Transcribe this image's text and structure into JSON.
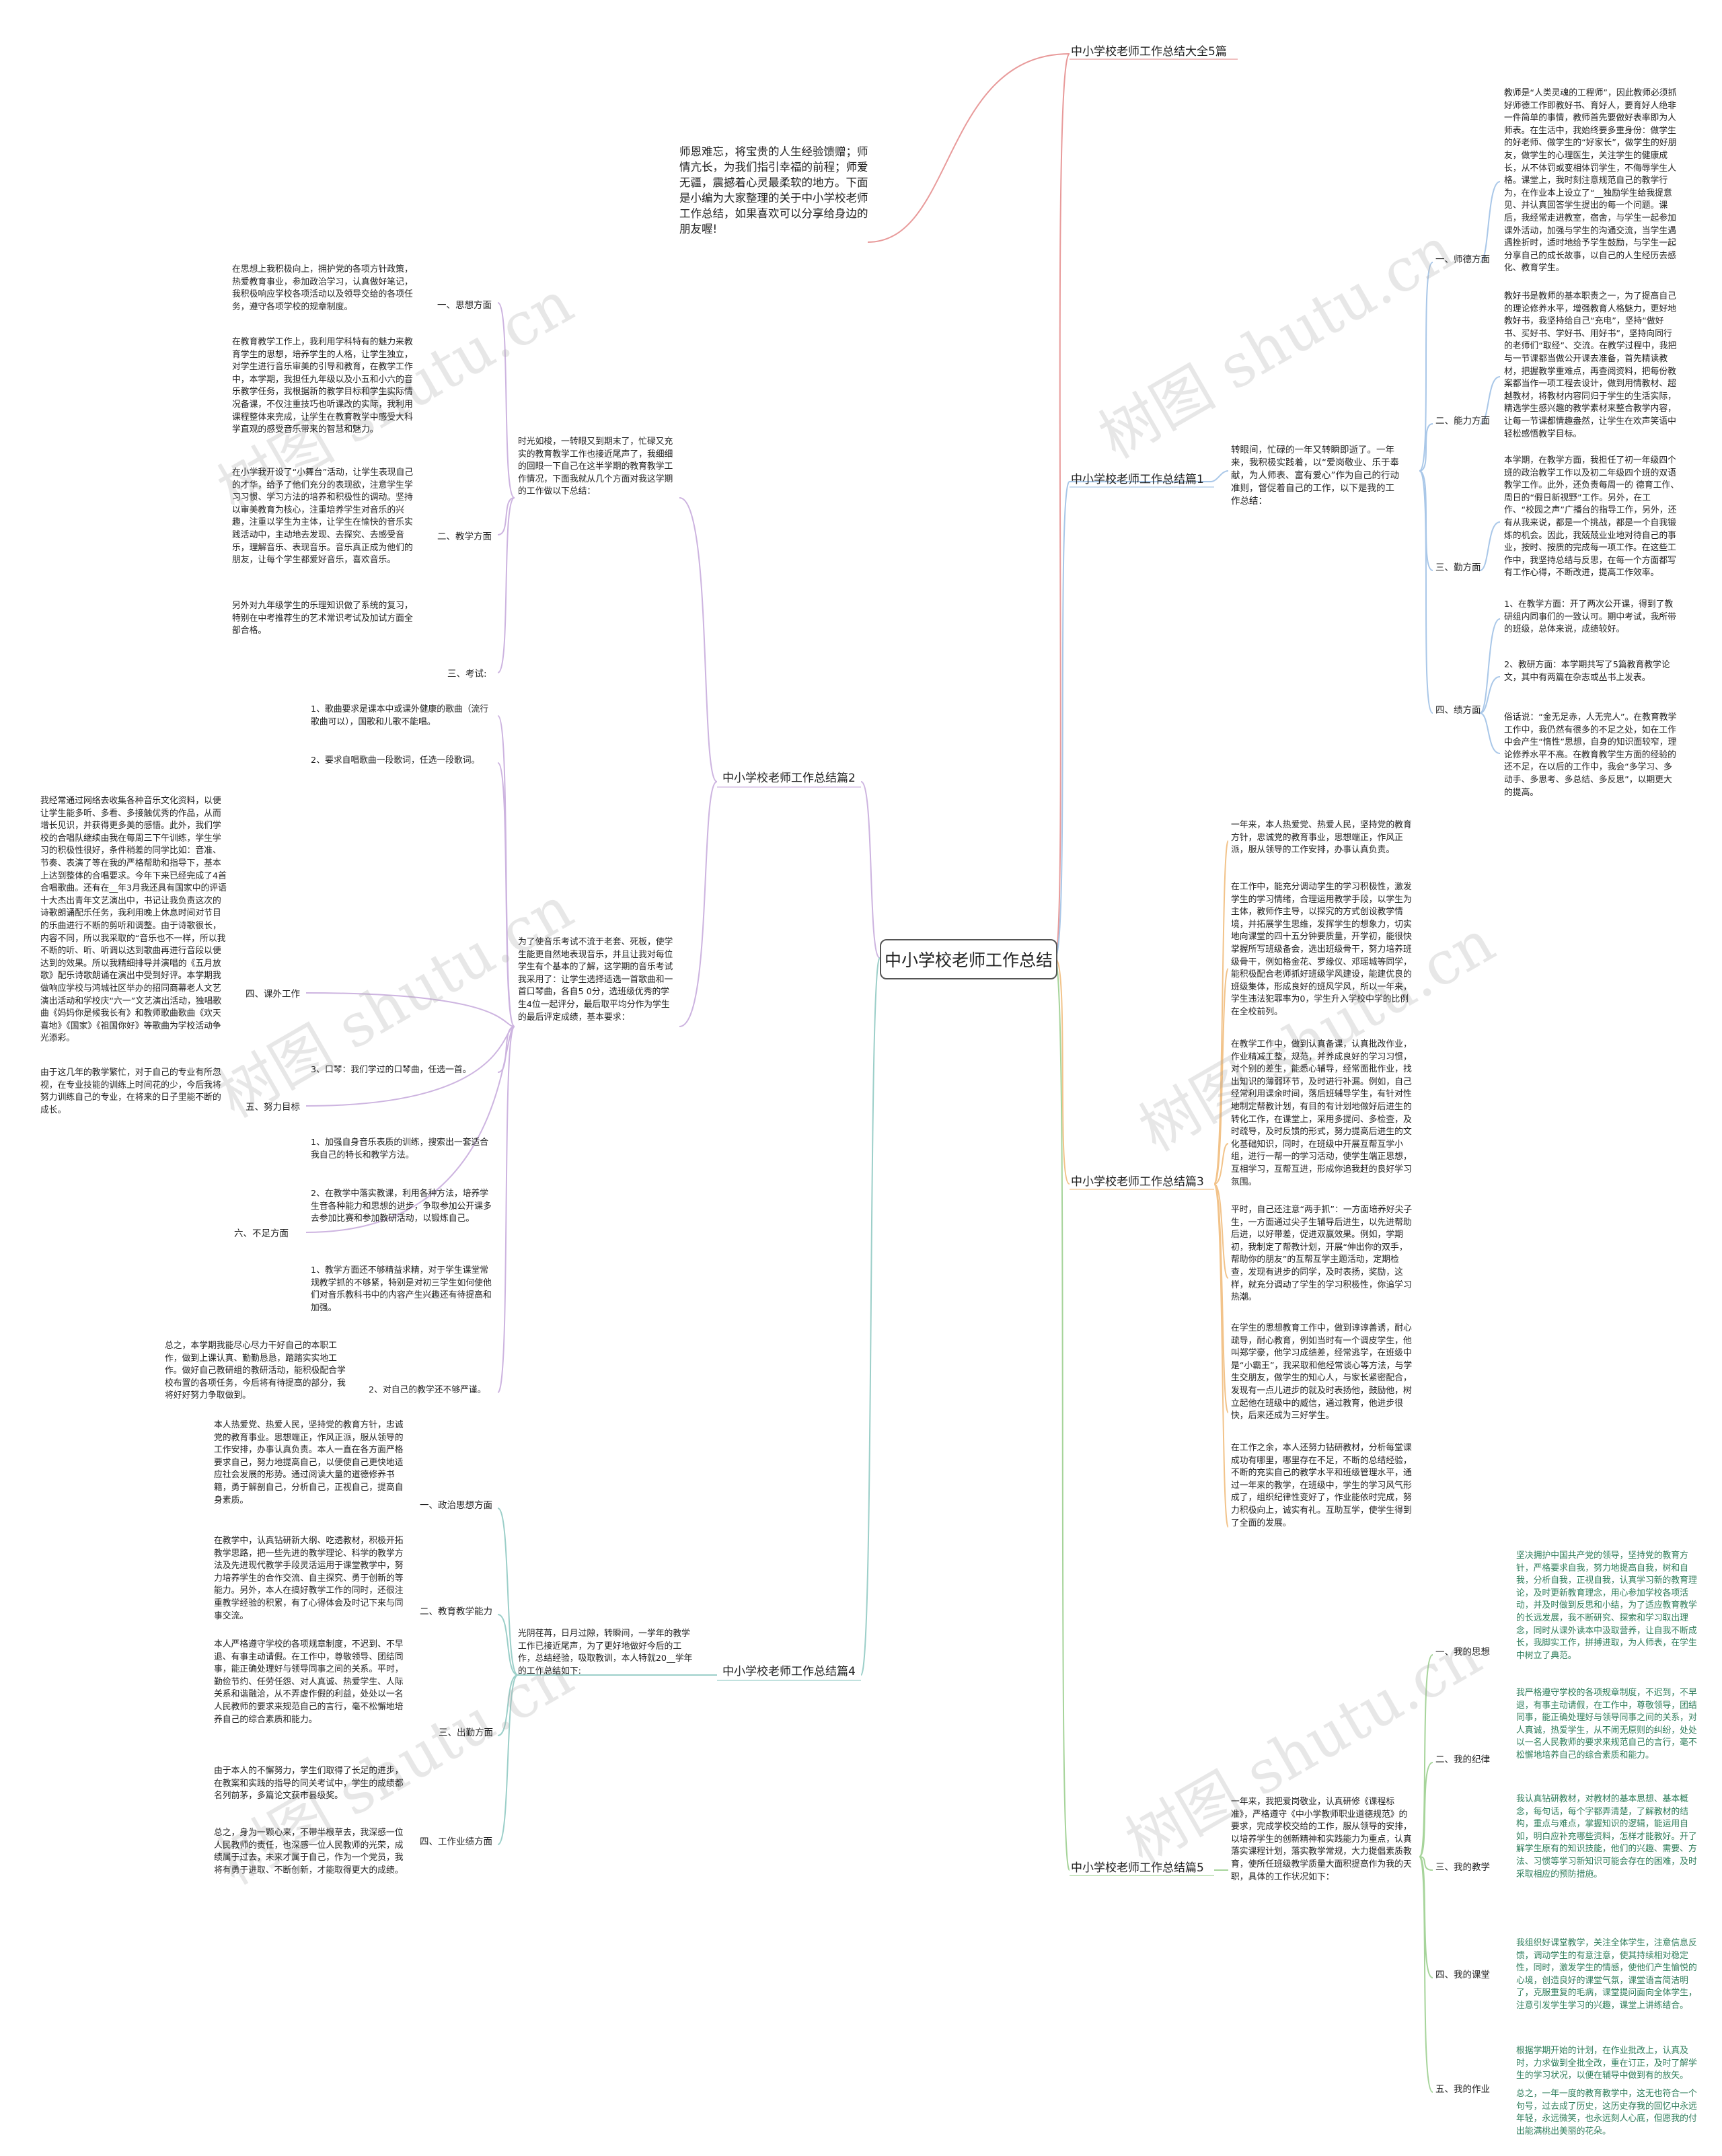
{
  "root": "中小学校老师工作总结",
  "intro": "师恩难忘，将宝贵的人生经验馈赠；师情亢长，为我们指引幸福的前程；师爱无疆，震撼着心灵最柔软的地方。下面是小编为大家整理的关于中小学校老师工作总结，如果喜欢可以分享给身边的朋友喔!",
  "watermark": "树图 shutu.cn",
  "branches": {
    "b0": "中小学校老师工作总结大全5篇",
    "b1": "中小学校老师工作总结篇1",
    "b2": "中小学校老师工作总结篇2",
    "b3": "中小学校老师工作总结篇3",
    "b4": "中小学校老师工作总结篇4",
    "b5": "中小学校老师工作总结篇5"
  },
  "p1": {
    "lead": "转眼间，忙碌的一年又转瞬即逝了。一年来，我积极实践着，以“爱岗敬业、乐于奉献，为人师表、富有爱心”作为自己的行动准则，督促着自己的工作，以下是我的工作总结：",
    "s1": "一、师德方面",
    "s2": "二、能力方面",
    "s3": "三、勤方面",
    "s4": "四、绩方面",
    "t1": "教师是“人类灵魂的工程师”，因此教师必须抓好师德工作即教好书、育好人，要育好人绝非一件简单的事情，教师首先要做好表率即为人师表。在生活中，我始终要多重身份：做学生的好老师、做学生的“好家长”，做学生的好朋友，做学生的心理医生，关注学生的健康成长，从不体罚或变相体罚学生，不侮辱学生人格。课堂上，我时刻注意规范自己的教学行为，在作业本上设立了“__独励学生给我提意见、并认真回答学生提出的每一个问题。课后，我经常走进教室，宿舍，与学生一起参加课外活动，加强与学生的沟通交流，当学生遇遇挫折时，适时地给予学生鼓励，与学生一起分享自己的成长故事，以自己的人生经历去感化、教育学生。",
    "t2": "教好书是教师的基本职责之一，为了提高自己的理论修养水平，增强教育人格魅力，更好地教好书，我坚持给自己“充电”，坚持“做好书、买好书、学好书、用好书”，坚持向同行的老师们“取经”、交流。在教学过程中，我把与一节课都当做公开课去准备，首先精读教材，把握教学重难点，再查阅资料，把每份教案都当作一项工程去设计，做到用情教材、超越教材，将教材内容同归于学生的生活实际，精选学生感兴趣的教学素材来整合教学内容，让每一节课都情趣盎然，让学生在欢声笑语中轻松感悟教学目标。",
    "t3": "本学期，在教学方面，我担任了初一年级四个班的政治教学工作以及初二年级四个班的双语教学工作。此外，还负责每周一的 德育工作、周日的“假日新视野”工作。另外，在工作、“校园之声”广播台的指导工作，另外，还有从我来说，都是一个挑战，都是一个自我锻炼的机会。因此，我兢兢业业地对待自己的事业，按时、按质的完成每一项工作。在这些工作中，我坚持总结与反思，在每一个方面都写有工作心得，不断改进，提高工作效率。",
    "t4a": "1、在教学方面：开了两次公开课，得到了教研组内同事们的一致认可。期中考试，我所带的班级，总体来说，成绩较好。",
    "t4b": "2、教研方面：本学期共写了5篇教育教学论文，其中有两篇在杂志或丛书上发表。",
    "t4c": "俗话说：“金无足赤，人无完人”。在教育教学工作中，我仍然有很多的不足之处，如在工作中会产生“惰性”思想，自身的知识面较窄，理论修养水平不高。在教育教学生方面的经验的还不足，在以后的工作中，我会“多学习、多动手、多思考、多总结、多反思”，以期更大的提高。"
  },
  "p2": {
    "lead": "时光如梭，一转眼又到期末了，忙碌又充实的教育教学工作也接近尾声了，我细细的回眼一下自己在这半学期的教育教学工作情况，下面我就从几个方面对我这学期的工作做以下总结：",
    "s1": "一、思想方面",
    "s2": "二、教学方面",
    "s3": "三、考试:",
    "s4": "四、课外工作",
    "s5": "五、努力目标",
    "s6": "六、不足方面",
    "t1": "在思想上我积极向上，拥护党的各项方针政策，热爱教育事业，参加政治学习，认真做好笔记，我积极响应学校各项活动以及领导交给的各项任务，遵守各项学校的规章制度。",
    "t2a": "在教育教学工作上，我利用学科特有的魅力来教育学生的思想，培养学生的人格，让学生独立，对学生进行音乐审美的引导和教育，在教学工作中，本学期，我担任九年级以及小五和小六的音乐教学任务，我根据新的教学目标和学生实际情况备课，不仅注重技巧也听课改的实际，我利用课程整体来完成，让学生在教育教学中感受大科学直观的感受音乐带来的智慧和魅力。",
    "t2b": "在小学我开设了“小舞台”活动，让学生表现自己的才华，给予了他们充分的表现欲，注意学生学习习惯、学习方法的培养和积极性的调动。坚持以审美教育为核心，注重培养学生对音乐的兴趣，注重以学生为主体，让学生在愉快的音乐实践活动中，主动地去发现、去探究、去感受音乐，理解音乐、表现音乐。音乐真正成为他们的朋友，让每个学生都爱好音乐，喜欢音乐。",
    "t2c": "另外对九年级学生的乐理知识做了系统的复习，特别在中考推荐生的艺术常识考试及加试方面全部合格。",
    "t3mid": "为了使音乐考试不流于老套、死板，使学生能更自然地表现音乐，并且让我对每位学生有个基本的了解，这学期的音乐考试我采用了：让学生选择适选一首歌曲和一首口琴曲，各自5 0分，选班级优秀的学生4位一起评分，最后取平均分作为学生的最后评定成绩，基本要求：",
    "t3a": "1、歌曲要求是课本中或课外健康的歌曲（流行歌曲可以），国歌和儿歌不能唱。",
    "t3b": "2、要求自唱歌曲一段歌词，任选一段歌词。",
    "t3c": "3、口琴：我们学过的口琴曲，任选一首。",
    "t4": "我经常通过网络去收集各种音乐文化资料，以便让学生能多听、多看、多接触优秀的作品，从而增长见识，并获得更多美的感悟。此外，我们学校的合唱队继续由我在每周三下午训练，学生学习的积极性很好，条件稍差的同学比如：音准、节奏、表演了等在我的严格帮助和指导下，基本上达到整体的合唱要求。今年下来已经完成了4首合唱歌曲。还有在__年3月我还具有国家中的评语十大杰出青年文艺演出中，书记让我负责这次的诗歌朗诵配乐任务，我利用晚上休息时间对节目的乐曲进行不断的剪听和调整。由于诗歌很长，内容不同，所以我采取的“音乐也不一样，所以我不断的听、听、听调以达到歌曲再进行音段以便达到的效果。所以我精细排导并演唱的《五月放歌》配乐诗歌朗诵在演出中受到好评。本学期我做响应学校与鸿城社区举办的招同商幕老人文艺演出活动和学校庆“六一”文艺演出活动，独唱歌曲《妈妈你是候我长有》和教师歌曲歌曲《欢天喜地》《国家》《祖国你好》等歌曲为学校活动争光添彩。",
    "t5": "由于这几年的教学繁忙，对于自己的专业有所忽视，在专业技能的训练上时间花的少，今后我将努力训练自己的专业，在将来的日子里能不断的成长。",
    "t6a": "1、加强自身音乐表质的训练，搜索出一套适合我自己的特长和教学方法。",
    "t6b": "2、在教学中落实教课，利用各种方法，培养学生音各种能力和思想的进步，争取参加公开课多去参加比赛和参加教研活动，以锻炼自己。",
    "t6c": "1、教学方面还不够精益求精，对于学生课堂常规教学抓的不够紧，特别是对初三学生如何使他们对音乐教科书中的内容产生兴趣还有待提高和加强。",
    "t6d": "2、对自己的教学还不够严谨。",
    "t6sum": "总之，本学期我能尽心尽力干好自己的本职工作，做到上课认真、勤勤恳恳，踏踏实实地工作。做好自己教研组的教研活动，能积极配合学校布置的各项任务，今后将有待提高的部分，我将好好努力争取做到。"
  },
  "p3": {
    "t1": "一年来，本人热爱党、热爱人民，坚持党的教育方针，忠诚党的教育事业，思想端正，作风正派，服从领导的工作安排，办事认真负责。",
    "t2": "在工作中，能充分调动学生的学习积极性，激发学生的学习情绪，合理运用教学手段，以学生为主体，教师作主导，以探究的方式创设教学情境，并拓展学生思维，发挥学生的想象力，切实地向课堂的四十五分钟要质量，开学初，能很快掌握所写班级备会，选出班级骨干，努力培养班级骨干，例如格金花、罗缘仪、邓瑶城等同学，能积极配合老师抓好班级学风建设，能建优良的班级集体，形成良好的班风学风，所以一年来，学生违法犯罪率为0，学生升入学校中学的比例在全校前列。",
    "t3": "在教学工作中，做到认真备课，认真批改作业，作业精减工整，规范，并养成良好的学习习惯，对个别的差生，能悉心辅导，经常面批作业，找出知识的薄弱环节，及时进行补漏。例如，自己经常利用课余时间，落后班辅导学生，有针对性地制定帮教计划，有目的有计划地做好后进生的转化工作，在课堂上，采用多提问、多检查，及时疏导，及时反馈的形式，努力提高后进生的文化基础知识，同时，在班级中开展互帮互学小组，进行一帮一的学习活动，使学生端正思想，互相学习，互帮互进，形成你追我赶的良好学习氛围。",
    "t4": "平时，自己还注意“两手抓”：一方面培养好尖子生，一方面通过尖子生辅导后进生，以先进帮助后进，以好带差，促进双赢效果。例如，学期初，我制定了帮教计划，开展“伸出你的双手，帮助你的朋友”的互帮互学主题活动，定期检查，发现有进步的同学，及时表扬，奖励，这样，就充分调动了学生的学习积极性，你追学习热潮。",
    "t5": "在学生的思想教育工作中，做到谆谆善诱，耐心疏导，耐心教育，例如当时有一个调皮学生，他叫郑学豪，他学习成绩差，经常逃学，在班级中是“小霸王”，我采取和他经常谈心等方法，与学生交朋友，做学生的知心人，与家长紧密配合，发现有一点儿进步的就及时表扬他，鼓励他，树立起他在班级中的威信，通过教育，他进步很快，后来还成为三好学生。",
    "t6": "在工作之余，本人还努力钻研教材，分析每堂课成功有哪里，哪里存在不足，不断的总结经验，不断的充实自己的教学水平和班级管理水平，通过一年来的教学，在班级中，学生的学习风气形成了，组织纪律性变好了，作业能依时完成，努力积极向上，诚实有礼。互助互学，使学生得到了全面的发展。"
  },
  "p4": {
    "lead": "光阴荏苒，日月过隙，转瞬间，一学年的教学工作已接近尾声，为了更好地做好今后的工作，总结经验，吸取教训，本人特就20__学年的工作总结如下:",
    "s1": "一、政治思想方面",
    "s2": "二、教育教学能力",
    "s3": "三、出勤方面",
    "s4": "四、工作业绩方面",
    "t1": "本人热爱党、热爱人民，坚持党的教育方针，忠诚党的教育事业。思想端正，作风正派，服从领导的工作安排，办事认真负责。本人一直在各方面严格要求自己，努力地提高自己，以便使自己更快地适应社会发展的形势。通过阅读大量的道德修养书籍，勇于解剖自己，分析自己，正视自己，提高自身素质。",
    "t2": "在教学中，认真钻研新大纲、吃透教材，积极开拓教学思路，把一些先进的教学理论、科学的教学方法及先进现代教学手段灵活运用于课堂教学中，努力培养学生的合作交流、自主探究、勇于创新的等能力。另外，本人在搞好教学工作的同时，还很注重教学经验的积累，有了心得体会及时记下来与同事交流。",
    "t3": "本人严格遵守学校的各项规章制度，不迟到、不早退、有事主动请假。在工作中，尊敬领导、团结同事，能正确处理好与领导同事之间的关系。平时，勤俭节约、任劳任怨、对人真诚、热爱学生、人际关系和谐融洽，从不弄虚作假的利益，处处以一名人民教师的要求来规范自己的言行，毫不松懈地培养自己的综合素质和能力。",
    "t4a": "由于本人的不懈努力，学生们取得了长足的进步，在教案和实践的指导的同关考试中，学生的成绩都名列前茅，多篇论文获市县级奖。",
    "t4b": "总之，身为一颗心来，不带半根草去，我深感一位人民教师的责任，也深感一位人民教师的光荣，成绩属于过去，未来才属于自己，作为一个党员，我将有勇于进取、不断创新，才能取得更大的成绩。"
  },
  "p5": {
    "lead": "一年来，我把爱岗敬业，认真研修《课程标准》，严格遵守《中小学教师职业道德规范》的要求，完成学校交给的工作，服从领导的安排，以培养学生的创新精神和实践能力为重点，认真落实课程计划，落实教学常规，大力提倡素质教育，使所任班级教学质量大面积提高作为我的天职，具体的工作状况如下：",
    "s1": "一、我的思想",
    "s2": "二、我的纪律",
    "s3": "三、我的教学",
    "s4": "四、我的课堂",
    "s5": "五、我的作业",
    "t1": "坚决拥护中国共产党的领导，坚持党的教育方针，严格要求自我，努力地提高自我，树和自我，分析自我，正视自我，认真学习新的教育理论，及时更新教育理念，用心参加学校各项活动，并及时做到反思和小结，为了适应教育教学的长远发展，我不断研究、探索和学习取出理念，同时从课外读本中汲取营养，让自我不断成长，我脚实工作，拼搏进取，为人师表，在学生中树立了典范。",
    "t2": "我严格遵守学校的各项规章制度，不迟到，不早退，有事主动请假，在工作中，尊敬领导，团结同事，能正确处理好与领导同事之间的关系，对人真诚，热爱学生，从不闹无原则的纠纷，处处以一名人民教师的要求来规范自己的言行，毫不松懈地培养自己的综合素质和能力。",
    "t3": "我认真钻研教材，对教材的基本思想、基本概念，每句话，每个字都弄清楚，了解教材的结构，重点与难点，掌握知识的逻辑，能运用自如，明白应补充哪些资料，怎样才能教好。开了解学生原有的知识技能，他们的兴趣、需要、方法、习惯等学习新知识可能会存在的困难，及时采取相应的预防措施。",
    "t4": "我组织好课堂教学，关注全体学生，注意信息反馈，调动学生的有意注意，使其持续相对稳定性，同时，激发学生的情感，使他们产生愉悦的心境，创造良好的课堂气氛，课堂语言简洁明了，克服重复的毛病，课堂提问面向全体学生，注意引发学生学习的兴趣，课堂上讲练结合。",
    "t5a": "根据学期开始的计划，在作业批改上，认真及时，力求做到全批全改，重在订正，及时了解学生的学习状况，以便在辅导中做到有的放矢。",
    "t5b": "总之，一年一度的教育教学中，这无也符合一个句号，过去成了历史，这历史存我的回忆中永远年轻，永远微笑，也永远刻人心底，但愿我的付出能满桃出美丽的花朵。"
  }
}
